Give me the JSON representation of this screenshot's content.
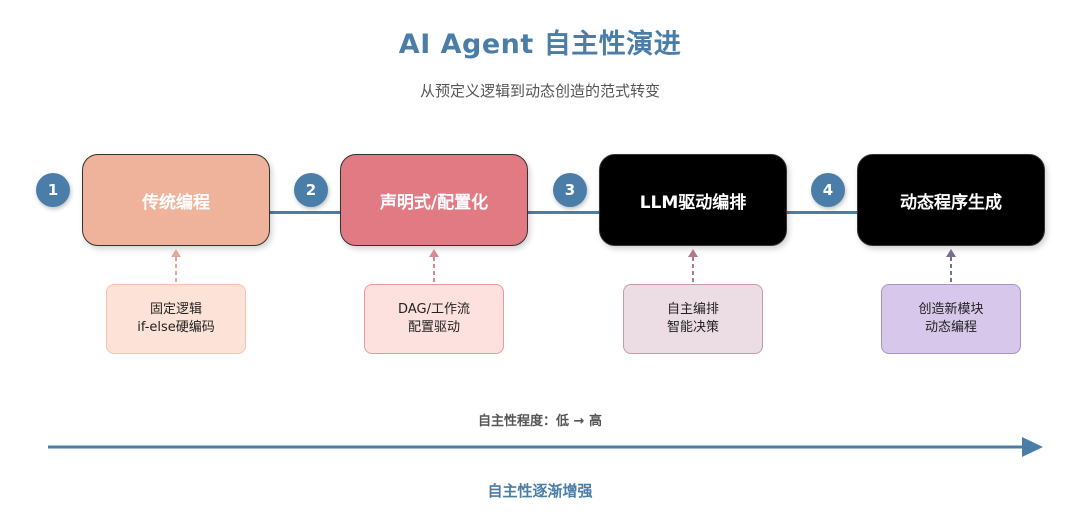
{
  "header": {
    "title": "AI Agent 自主性演进",
    "subtitle": "从预定义逻辑到动态创造的范式转变"
  },
  "stages": [
    {
      "num": "1",
      "label": "传统编程",
      "note_line1": "固定逻辑",
      "note_line2": "if-else硬编码",
      "fill": "#eeb39a",
      "note_fill": "#fde3d7",
      "note_border": "#f0c5ac",
      "arrow": "#e6a896"
    },
    {
      "num": "2",
      "label": "声明式/配置化",
      "note_line1": "DAG/工作流",
      "note_line2": "配置驱动",
      "fill": "#e27a83",
      "note_fill": "#fde1de",
      "note_border": "#e79d9a",
      "arrow": "#d98a8e"
    },
    {
      "num": "3",
      "label": "LLM驱动编排",
      "note_line1": "自主编排",
      "note_line2": "智能决策",
      "fill": "#000000",
      "note_fill": "#ebdde3",
      "note_border": "#c79aab",
      "arrow": "#b07a8c"
    },
    {
      "num": "4",
      "label": "动态程序生成",
      "note_line1": "创造新模块",
      "note_line2": "动态编程",
      "fill": "#000000",
      "note_fill": "#d7c7ea",
      "note_border": "#a696c6",
      "arrow": "#7c6c96"
    }
  ],
  "footer": {
    "scale_label": "自主性程度：低 → 高",
    "arrow_label": "自主性逐渐增强",
    "accent": "#4a7ea8"
  }
}
